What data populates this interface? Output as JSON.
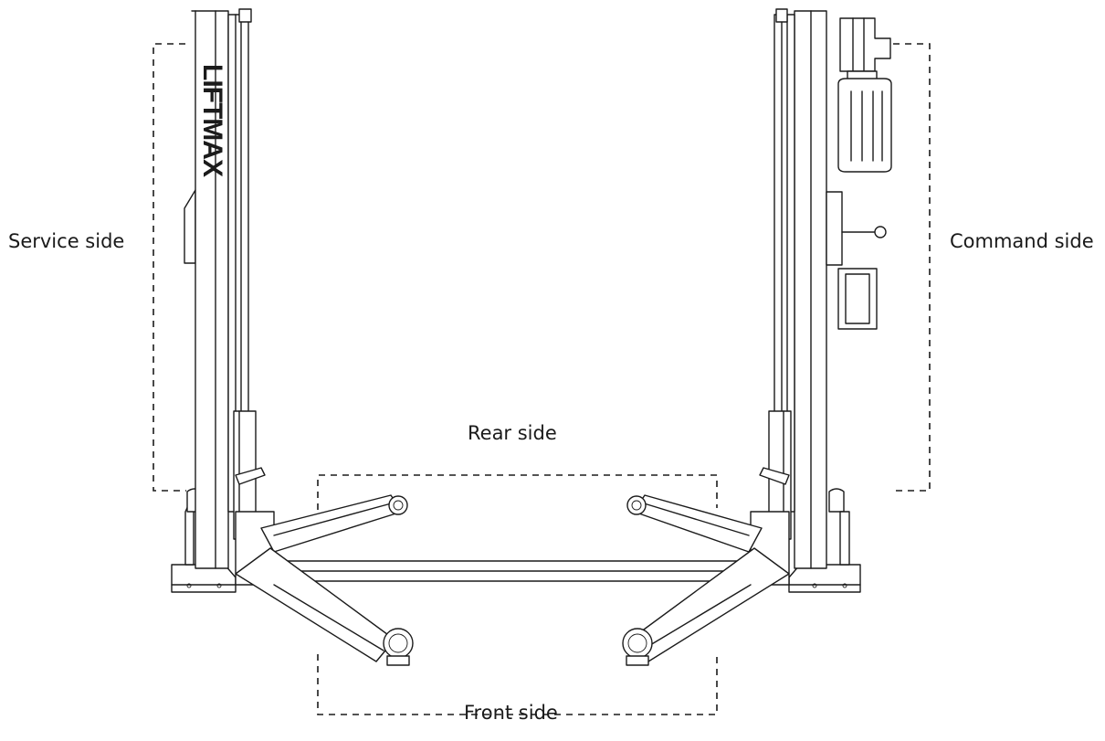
{
  "zones": {
    "service": "Service side",
    "command": "Command side",
    "rear": "Rear side",
    "front": "Front side"
  },
  "brand": {
    "logo_text": "LIFTMAX"
  }
}
